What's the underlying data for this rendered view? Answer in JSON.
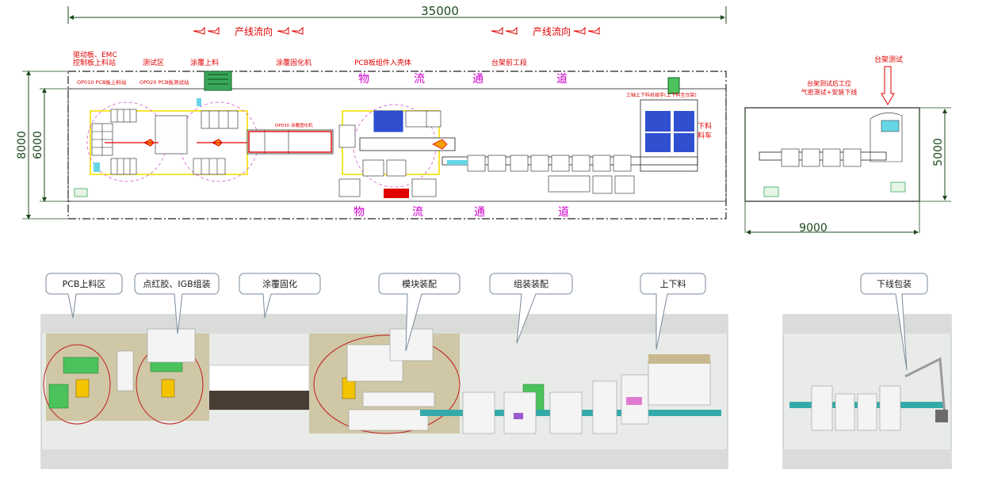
{
  "layout": {
    "dim_total_width": "35000",
    "dim_height_outer": "8000",
    "dim_height_inner": "6000",
    "flow_label": "产线流向",
    "zones": [
      {
        "label": "驱动板、EMC\n控制板上料站"
      },
      {
        "label": "测试区"
      },
      {
        "label": "涂覆上料"
      },
      {
        "label": "涂覆固化机"
      },
      {
        "label": "PCB板组件入壳体"
      },
      {
        "label": "台架前工段"
      }
    ],
    "op_labels": [
      "OP010 PCB板上料站",
      "OP020 PCB板测试站",
      "OP030 涂覆固化机"
    ],
    "logistics_chars": [
      "物",
      "流",
      "通",
      "道"
    ],
    "truss_label": "三轴上下料机械手(上下料至台架)",
    "cart_label": "下料料车",
    "right_cell": {
      "title": "台架测试",
      "subtitle": "台架测试后工位\n气密测试+安装下线",
      "dim_width": "9000",
      "dim_height": "5000"
    }
  },
  "render": {
    "callouts": [
      "PCB上料区",
      "点红胶、IGB组装",
      "涂覆固化",
      "模块装配",
      "组装装配",
      "上下料",
      "下线包装"
    ]
  },
  "colors": {
    "red": "#e00000",
    "magenta": "#cc00cc",
    "dim_green": "#1c4a1c",
    "yellow_zone": "#f5e000",
    "conveyor": "#33aaaa",
    "floor": "#e8ebe8",
    "floor_band": "#d9dcd9",
    "tan_zone": "#cfc7a6",
    "oven": "#4a3d33"
  }
}
